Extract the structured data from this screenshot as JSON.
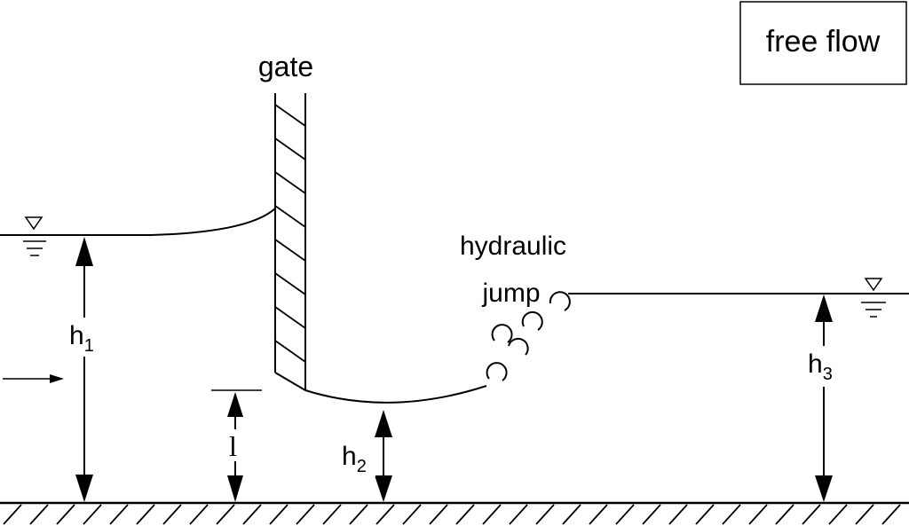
{
  "labels": {
    "free_flow": "free flow",
    "gate": "gate",
    "hydraulic": "hydraulic",
    "jump": "jump",
    "h1_base": "h",
    "h1_sub": "1",
    "h2_base": "h",
    "h2_sub": "2",
    "h3_base": "h",
    "h3_sub": "3",
    "gate_opening": "l"
  },
  "colors": {
    "stroke": "#000000",
    "background": "#ffffff"
  }
}
